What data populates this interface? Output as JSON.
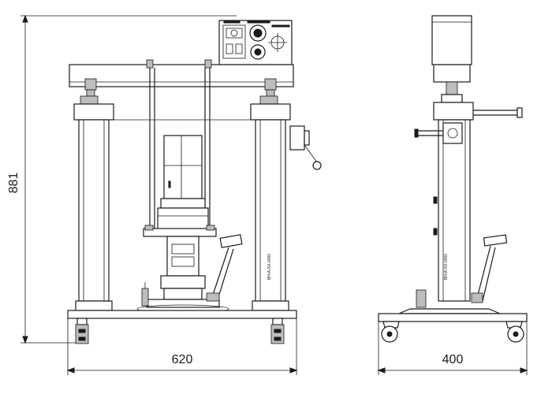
{
  "dimensions": {
    "height_label": "881",
    "front_width_label": "620",
    "side_width_label": "400"
  },
  "views": {
    "front": {
      "column_plates": [
        "BH-A-XX-0000",
        ""
      ]
    },
    "side": {
      "column_plate": "BH-A-XX-0000"
    }
  }
}
